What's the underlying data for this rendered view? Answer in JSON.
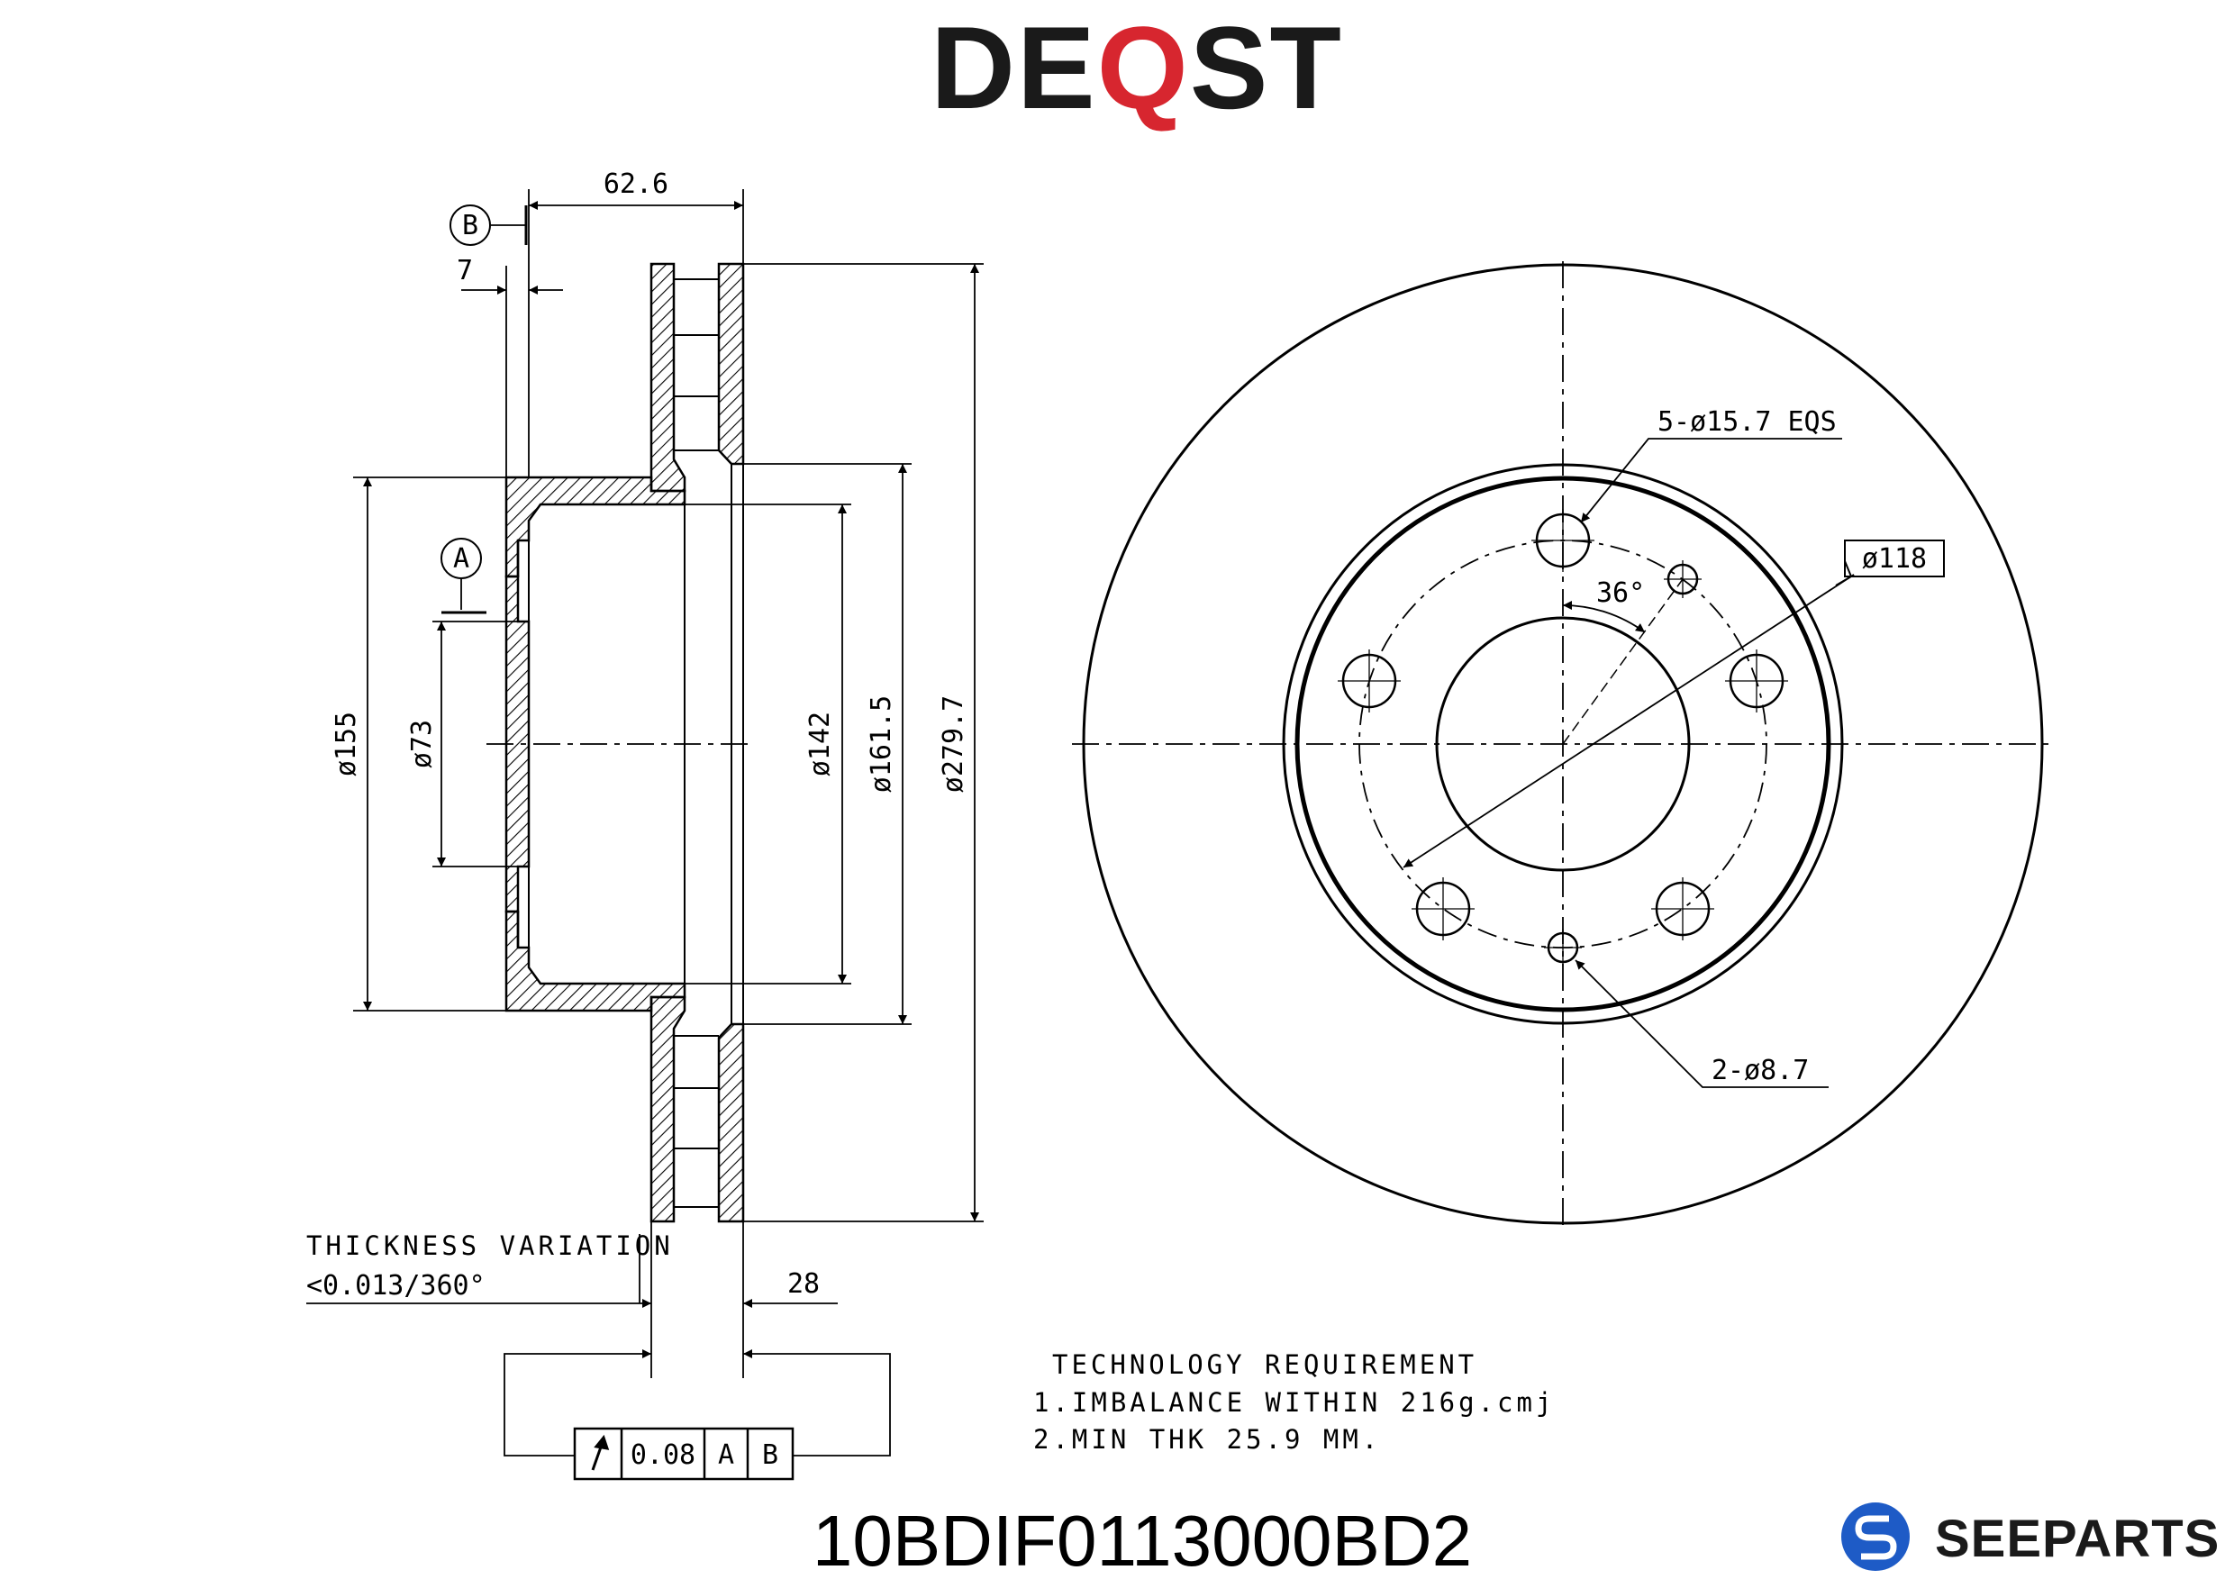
{
  "brand": {
    "name_start": "DE",
    "name_q": "Q",
    "name_end": "ST",
    "color_dark": "#1a1a1a",
    "color_accent": "#d7262f"
  },
  "side_view": {
    "overall_width": "62.6",
    "hub_offset": "7",
    "datum_a": "A",
    "datum_b": "B",
    "dia_155": "ø155",
    "dia_73": "ø73",
    "dia_142": "ø142",
    "dia_161_5": "ø161.5",
    "dia_279_7": "ø279.7",
    "thickness": "28",
    "thickness_variation_title": "THICKNESS VARIATION",
    "thickness_variation_value": "<0.013/360°"
  },
  "tolerance_frame": {
    "value": "0.08",
    "datum_a": "A",
    "datum_b": "B"
  },
  "front_view": {
    "bolt_holes": "5-ø15.7 EQS",
    "pcd": "ø118",
    "angle": "36°",
    "small_holes": "2-ø8.7"
  },
  "tech_requirements": {
    "title": "TECHNOLOGY REQUIREMENT",
    "line1": "1.IMBALANCE WITHIN 216g.cmj",
    "line2": "2.MIN THK 25.9 MM."
  },
  "part_number": "10BDIF0113000BD2",
  "footer_brand": {
    "name": "SEEPARTS",
    "logo_color": "#1e5bc6"
  }
}
